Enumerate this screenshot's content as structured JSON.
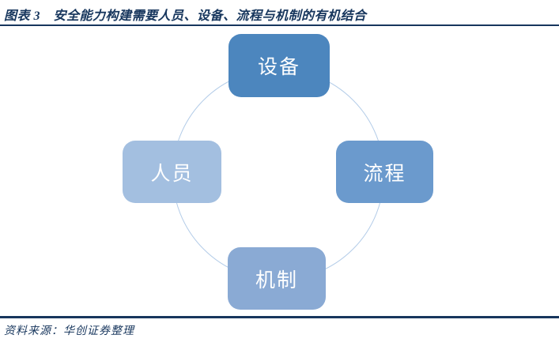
{
  "header": {
    "title": "图表 3　安全能力构建需要人员、设备、流程与机制的有机结合"
  },
  "footer": {
    "source": "资料来源：华创证券整理"
  },
  "diagram": {
    "type": "cycle",
    "nodes": [
      {
        "position": "top",
        "label": "设备",
        "color": "#4C86BE"
      },
      {
        "position": "right",
        "label": "流程",
        "color": "#6B9ACD"
      },
      {
        "position": "bottom",
        "label": "机制",
        "color": "#8AAAD4"
      },
      {
        "position": "left",
        "label": "人员",
        "color": "#A3BFE0"
      }
    ],
    "circle_color": "#B3CCE8",
    "label_text_color": "#FFFFFF"
  },
  "colors": {
    "accent_navy": "#17365D",
    "background": "#FFFFFF"
  }
}
